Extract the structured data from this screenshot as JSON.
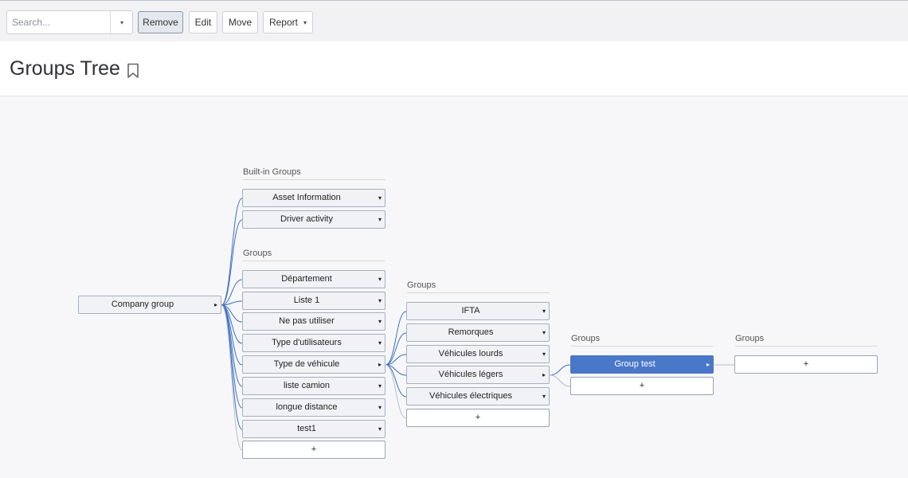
{
  "toolbar": {
    "search_placeholder": "Search...",
    "search_dropdown_icon": "▾",
    "buttons": {
      "remove": "Remove",
      "edit": "Edit",
      "move": "Move",
      "report": "Report"
    },
    "report_caret": "▾"
  },
  "header": {
    "title": "Groups Tree",
    "bookmark_icon": "bookmark-icon"
  },
  "tree": {
    "root": {
      "label": "Company group",
      "arrow": "▸"
    },
    "col1": {
      "builtin_title": "Built-in Groups",
      "builtin": [
        {
          "label": "Asset Information",
          "arrow": "▾"
        },
        {
          "label": "Driver activity",
          "arrow": "▾"
        }
      ],
      "groups_title": "Groups",
      "groups": [
        {
          "label": "Département",
          "arrow": "▾"
        },
        {
          "label": "Liste 1",
          "arrow": "▾"
        },
        {
          "label": "Ne pas utiliser",
          "arrow": "▾"
        },
        {
          "label": "Type d'utilisateurs",
          "arrow": "▾"
        },
        {
          "label": "Type de véhicule",
          "arrow": "▸"
        },
        {
          "label": "liste camion",
          "arrow": "▾"
        },
        {
          "label": "longue distance",
          "arrow": "▾"
        },
        {
          "label": "test1",
          "arrow": "▾"
        }
      ],
      "add": "+"
    },
    "col2": {
      "title": "Groups",
      "groups": [
        {
          "label": "IFTA",
          "arrow": "▾"
        },
        {
          "label": "Remorques",
          "arrow": "▾"
        },
        {
          "label": "Véhicules lourds",
          "arrow": "▾"
        },
        {
          "label": "Véhicules légers",
          "arrow": "▸"
        },
        {
          "label": "Véhicules électriques",
          "arrow": "▾"
        }
      ],
      "add": "+"
    },
    "col3": {
      "title": "Groups",
      "groups": [
        {
          "label": "Group test",
          "arrow": "▸"
        }
      ],
      "add": "+"
    },
    "col4": {
      "title": "Groups",
      "add": "+"
    }
  },
  "colors": {
    "accent": "#4a78c8",
    "line": "#3a6fc4",
    "line_faint": "#b8bdc8",
    "node_border": "#a6afbe"
  }
}
